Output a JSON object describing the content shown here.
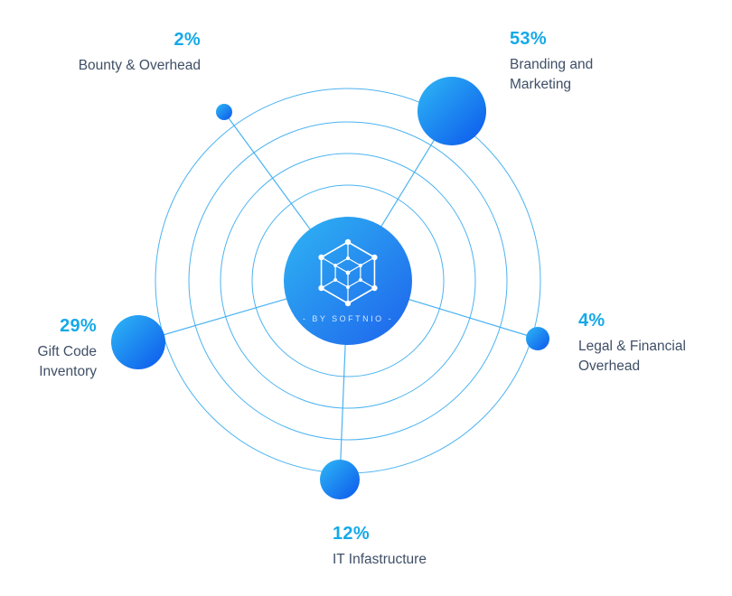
{
  "watermark": "- BY SOFTNIO -",
  "segments": [
    {
      "percent": "2%",
      "label": "Bounty & Overhead"
    },
    {
      "percent": "53%",
      "label": "Branding and Marketing"
    },
    {
      "percent": "29%",
      "label": "Gift Code Inventory"
    },
    {
      "percent": "4%",
      "label": "Legal & Financial Overhead"
    },
    {
      "percent": "12%",
      "label": "IT Infastructure"
    }
  ],
  "colors": {
    "percent_text": "#15a9e8",
    "label_text": "#3f4f66",
    "orbit_line": "#38abef",
    "node_gradient_start": "#2eb8f5",
    "node_gradient_end": "#0c57ec",
    "center_gradient_start": "#2fb5f3",
    "center_gradient_end": "#1e63ec"
  },
  "chart_data": {
    "type": "pie",
    "title": "",
    "categories": [
      "Bounty & Overhead",
      "Branding and Marketing",
      "Gift Code Inventory",
      "Legal & Financial Overhead",
      "IT Infastructure"
    ],
    "values": [
      2,
      53,
      29,
      4,
      12
    ],
    "unit": "%",
    "legend_position": "labels-around-nodes",
    "notes": "Radial orbit bubble chart; bubble size proportional to percentage; center badge reads - BY SOFTNIO -"
  }
}
